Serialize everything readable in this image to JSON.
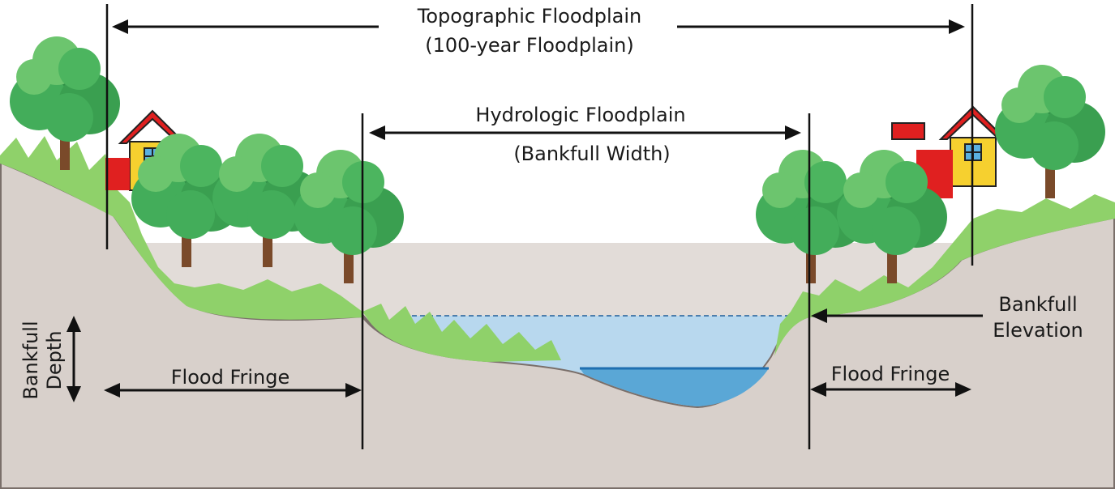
{
  "labels": {
    "topographic_line1": "Topographic Floodplain",
    "topographic_line2": "(100-year Floodplain)",
    "hydrologic_line1": "Hydrologic Floodplain",
    "hydrologic_line2": "(Bankfull Width)",
    "flood_fringe_left": "Flood Fringe",
    "flood_fringe_right": "Flood Fringe",
    "bankfull_elevation_line1": "Bankfull",
    "bankfull_elevation_line2": "Elevation",
    "bankfull_depth_line1": "Bankfull",
    "bankfull_depth_line2": "Depth"
  },
  "colors": {
    "ground": "#d8d0cb",
    "ground_light": "#e9e5e2",
    "ground_edge": "#7a6f6a",
    "grass": "#8fd16a",
    "water_shallow": "#b8d8ee",
    "water_deep": "#5aa7d6",
    "water_line": "#1f6fb0",
    "tree_dark": "#2f8f47",
    "tree_mid": "#43ad5a",
    "tree_light": "#6cc56e",
    "trunk": "#7a4a2a",
    "house_wall": "#f6d02f",
    "house_roof": "#e02020",
    "line": "#111111"
  }
}
